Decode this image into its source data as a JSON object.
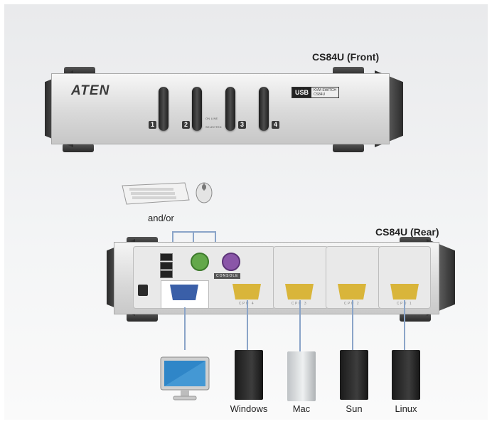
{
  "front": {
    "title": "CS84U (Front)",
    "logo": "ATEN",
    "badge_usb": "USB",
    "badge_kvm": "KVM SWITCH",
    "badge_model": "CS84U",
    "port_numbers": [
      "1",
      "2",
      "3",
      "4"
    ],
    "online_label": "ON LINE",
    "selected_label": "SELECTED"
  },
  "rear": {
    "title": "CS84U (Rear)",
    "console_label": "CONSOLE",
    "cpu_labels": [
      "CPU 4",
      "CPU 3",
      "CPU 2",
      "CPU 1"
    ]
  },
  "peripherals": {
    "andor_label": "and/or"
  },
  "computers": {
    "labels": [
      "Windows",
      "Mac",
      "Sun",
      "Linux"
    ]
  },
  "colors": {
    "ps2_keyboard": "#8a56a8",
    "ps2_mouse": "#63a84a",
    "vga_port": "#d9b53a",
    "console_vga": "#3a5fa8",
    "cable": "#8aa4c8"
  },
  "icons": {
    "monitor": "monitor-icon",
    "keyboard": "keyboard-icon",
    "mouse": "mouse-icon",
    "tower": "pc-tower-icon"
  }
}
